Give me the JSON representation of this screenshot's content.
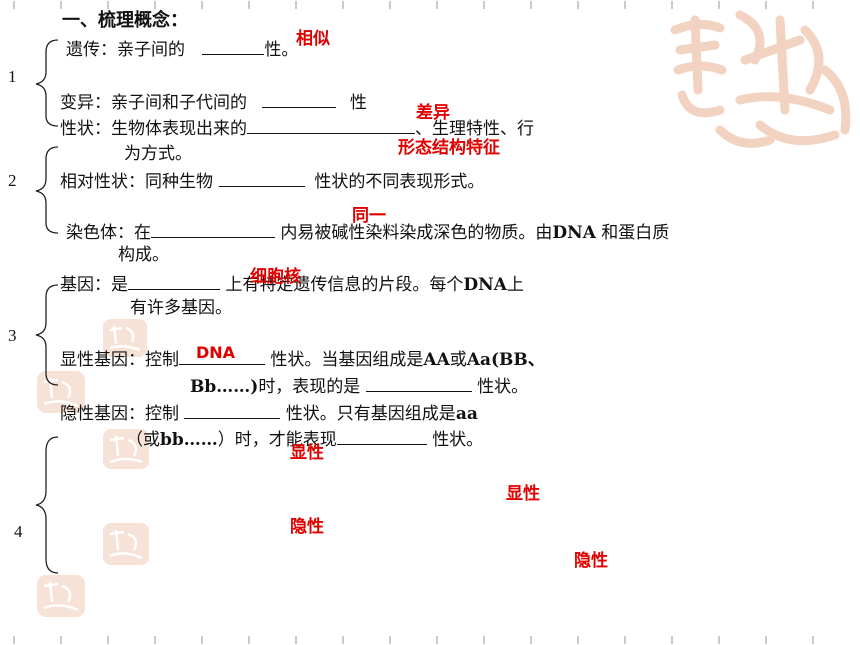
{
  "heading": "一、梳理概念：",
  "group_numbers": [
    "1",
    "2",
    "3",
    "4"
  ],
  "lines": {
    "yichuan": {
      "pre": "遗传：亲子间的",
      "post": "性。"
    },
    "bianyi": {
      "pre": "变异：亲子间和子代间的",
      "post": "性"
    },
    "xingzhuang": {
      "pre": "性状：生物体表现出来的",
      "post": "、生理特性、行",
      "cont": "为方式。"
    },
    "xiangdui": {
      "pre": "相对性状：同种生物",
      "post": "性状的不同表现形式。"
    },
    "ranseti": {
      "pre": "染色体：在",
      "mid": "内易被碱性染料染成深色的物质。由",
      "dna": "DNA",
      "post": "和蛋白质",
      "cont": "构成。"
    },
    "jiyin": {
      "pre": "基因：是",
      "mid": "上有特定遗传信息的片段。每个",
      "dna": "DNA",
      "post": "上",
      "cont": "有许多基因。"
    },
    "xianxing": {
      "pre": "显性基因：控制",
      "mid": "性状。当基因组成是",
      "ab": "AA",
      "or": "或",
      "aa": "Aa(BB、",
      "cont_b": "Bb……)",
      "cont1": "时，表现的是",
      "cont2": "性状。"
    },
    "yinxing": {
      "pre": "隐性基因：控制",
      "mid": "性状。只有基因组成是",
      "aa": "aa",
      "cont_a": "（或",
      "cont_b": "bb……",
      "cont_c": "）时，才能表现",
      "cont2": "性状。"
    }
  },
  "answers": {
    "a1": "相似",
    "a2": "差异",
    "a3": "形态结构特征",
    "a4": "同一",
    "a5": "细胞核",
    "a6": "DNA",
    "a7": "显性",
    "a8": "显性",
    "a9": "隐性",
    "a10": "隐性"
  },
  "colors": {
    "answer": "#e00000",
    "seal": "#f2d2c0",
    "ruler": "#b8b8b8"
  }
}
